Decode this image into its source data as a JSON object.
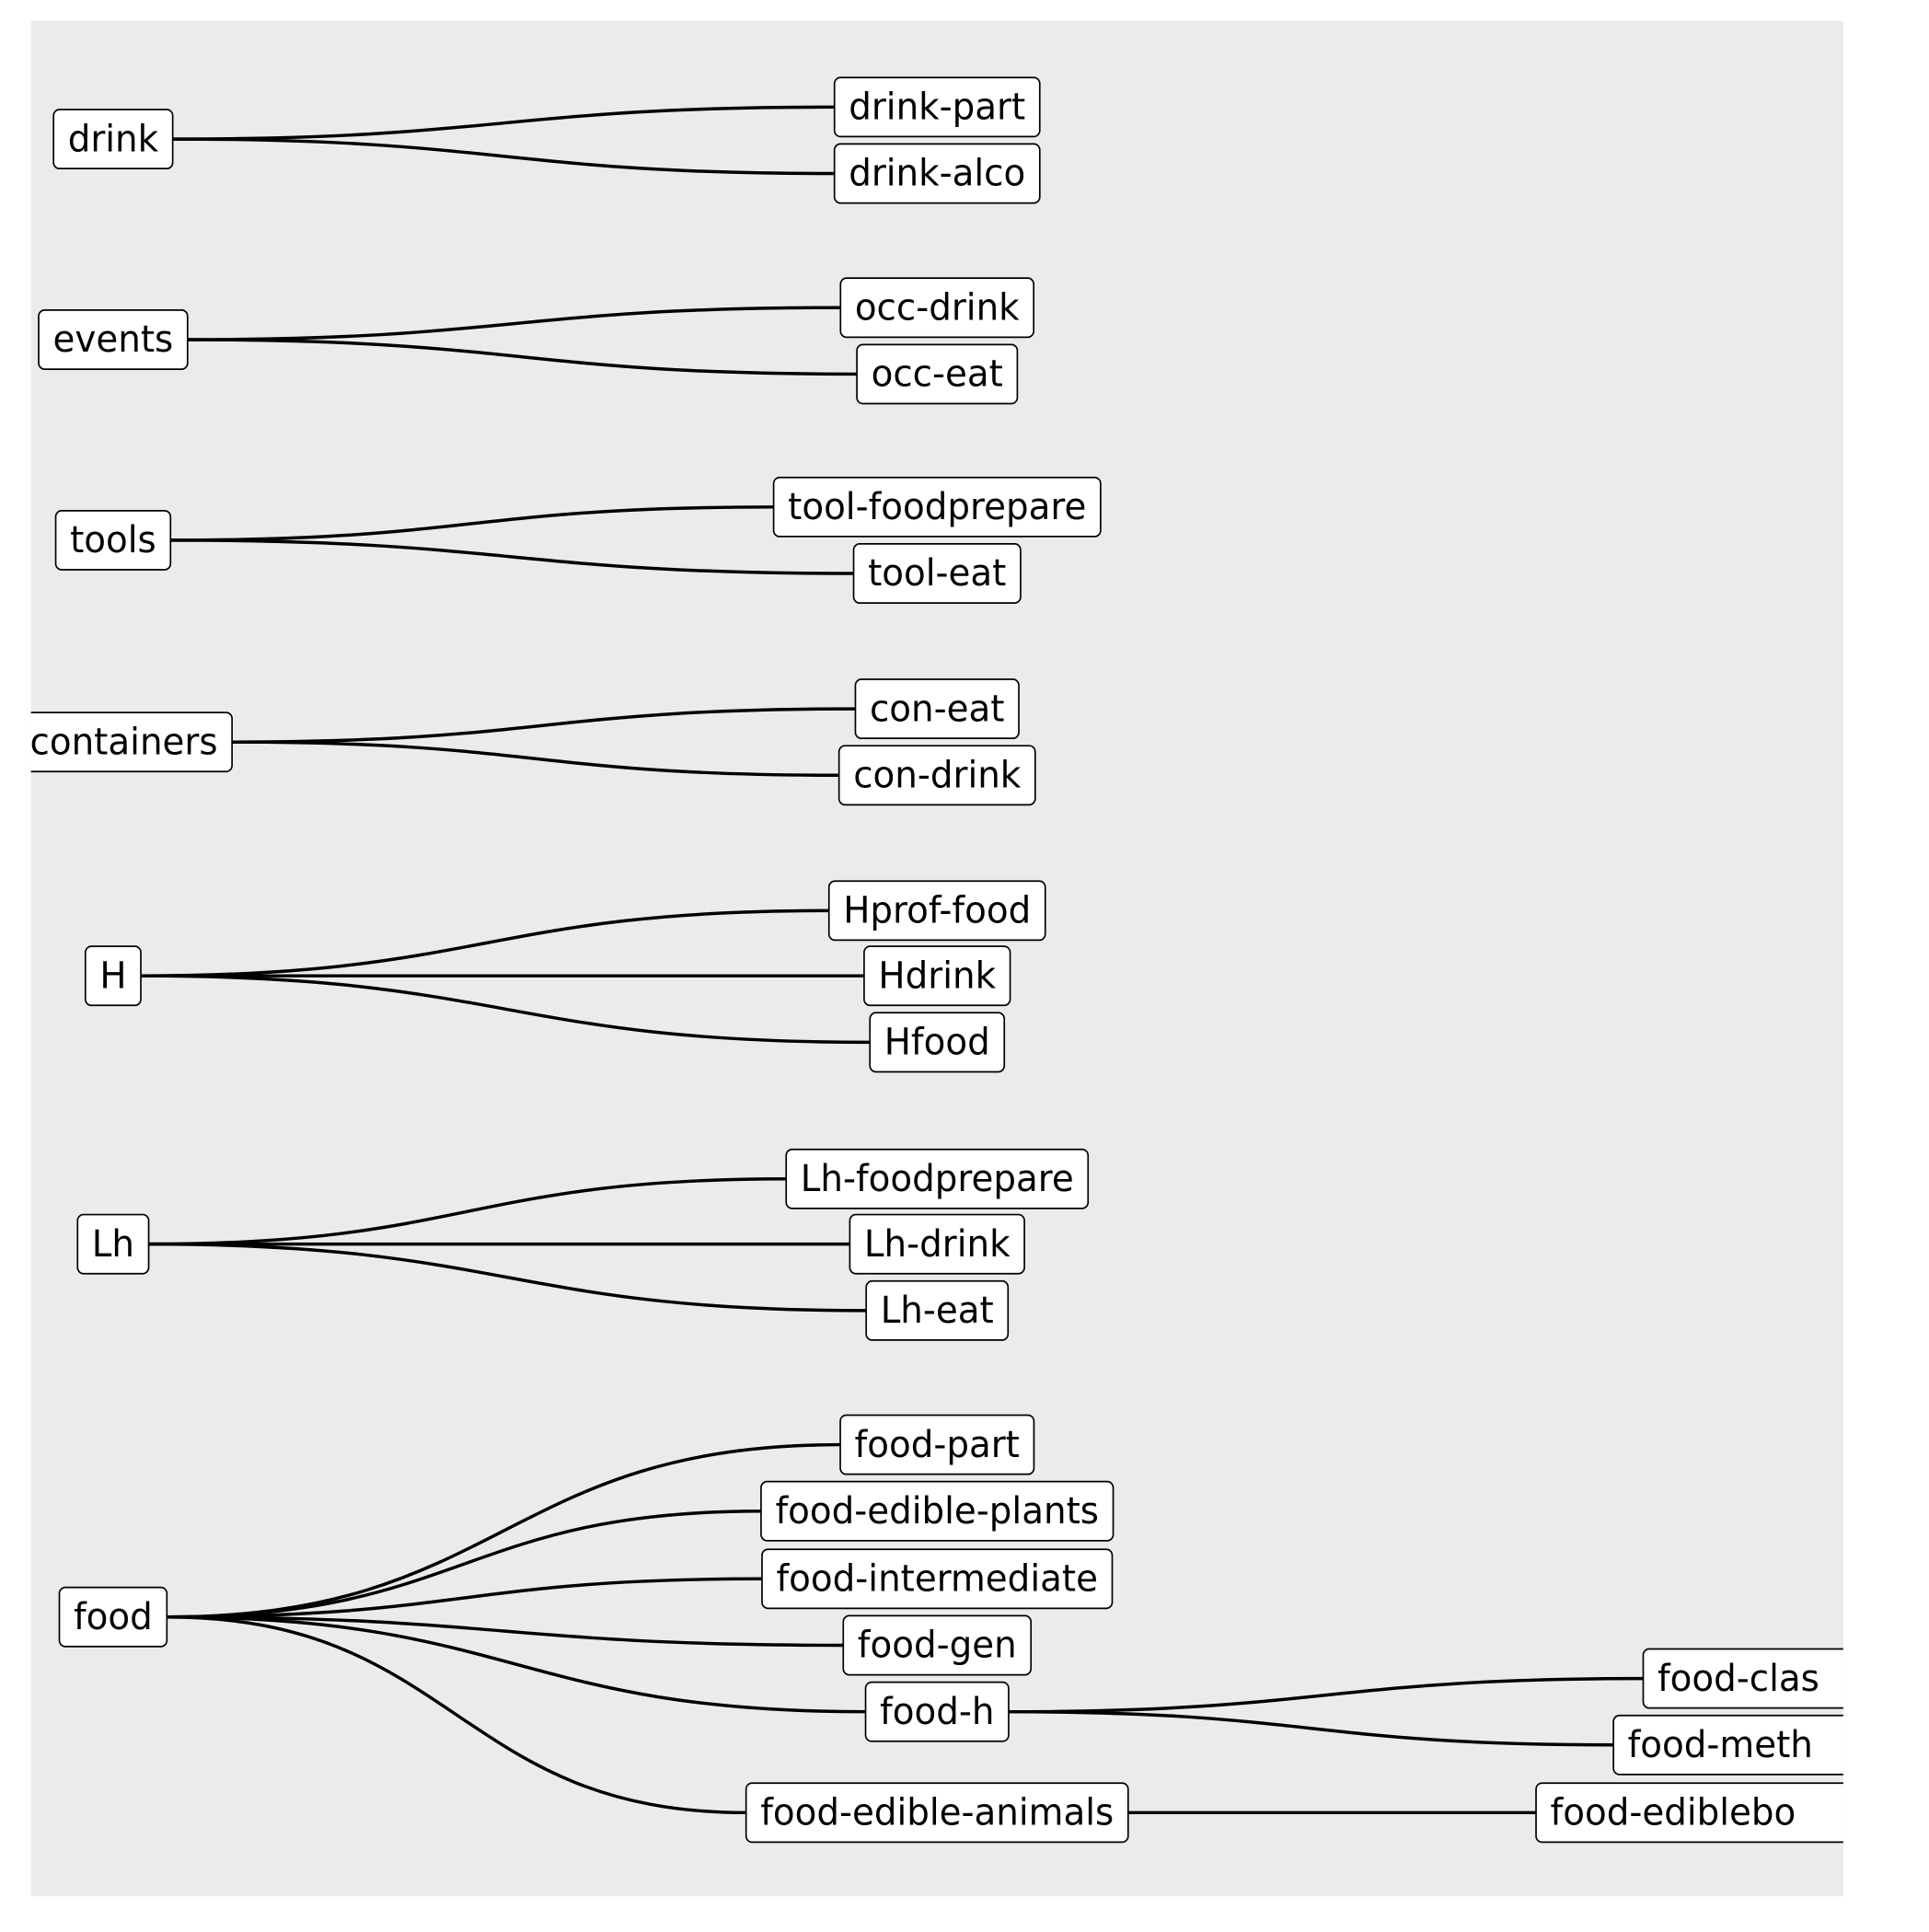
{
  "diagram": {
    "type": "tree",
    "roots": [
      {
        "label": "drink",
        "children": [
          {
            "label": "drink-part"
          },
          {
            "label": "drink-alco"
          }
        ]
      },
      {
        "label": "events",
        "children": [
          {
            "label": "occ-drink"
          },
          {
            "label": "occ-eat"
          }
        ]
      },
      {
        "label": "tools",
        "children": [
          {
            "label": "tool-foodprepare"
          },
          {
            "label": "tool-eat"
          }
        ]
      },
      {
        "label": "containers",
        "children": [
          {
            "label": "con-eat"
          },
          {
            "label": "con-drink"
          }
        ]
      },
      {
        "label": "H",
        "children": [
          {
            "label": "Hprof-food"
          },
          {
            "label": "Hdrink"
          },
          {
            "label": "Hfood"
          }
        ]
      },
      {
        "label": "Lh",
        "children": [
          {
            "label": "Lh-foodprepare"
          },
          {
            "label": "Lh-drink"
          },
          {
            "label": "Lh-eat"
          }
        ]
      },
      {
        "label": "food",
        "children": [
          {
            "label": "food-part"
          },
          {
            "label": "food-edible-plants"
          },
          {
            "label": "food-intermediate"
          },
          {
            "label": "food-gen"
          },
          {
            "label": "food-h",
            "children": [
              {
                "label": "food-clas"
              },
              {
                "label": "food-meth"
              }
            ]
          },
          {
            "label": "food-edible-animals",
            "children": [
              {
                "label": "food-ediblebo"
              }
            ]
          }
        ]
      }
    ]
  }
}
